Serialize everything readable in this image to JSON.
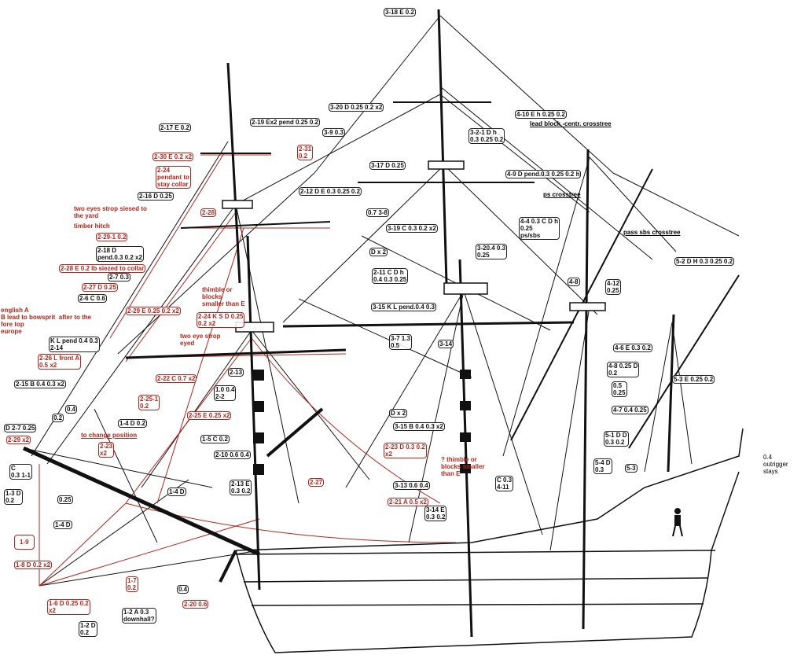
{
  "diagram": {
    "title_hidden": "",
    "colors": {
      "ink": "#111111",
      "annotation": "#b3261e"
    },
    "labels_black": [
      "3-18 E 0.2",
      "3-20 D 0.25 0.2 x2",
      "3-9 0.3",
      "4-10 E h 0.25 0.2",
      "lead block -centr. crosstree",
      "3-2-1 D h\n0.3 0.25 0.2",
      "3-17 D 0.25",
      "4-9 D pend.0.3 0.25 0.2 h",
      "ps crosstree",
      "2-17 E 0.2",
      "2-19 Ex2 pend 0.25 0.2",
      "2-16 D 0.25",
      "2-12 D E 0.3 0.25 0.2",
      "0.7 3-8",
      "3-19 C 0.3 0.2 x2",
      "4-4 0.3 C D h\n0.25\nps/sbs",
      "pass sbs crosstree",
      "3-20.4 0.3\n0.25",
      "D x 2",
      "2-18 D\npend.0.3 0.2 x2",
      "2-11 C D h\n0.4 0.3 0.25",
      "5-2 D H 0.3 0.25 0.2",
      "2-7 0.3",
      "2-6 C 0.6",
      "3-15 K L pend.0.4 0.3",
      "4-8",
      "4-12\n0.25",
      "K L pend 0.4 0.3\n2-14",
      "3-7 1.3\n0.5",
      "3-14",
      "4-6 E 0.3 0.2",
      "2-15 B 0.4 0.3 x2",
      "2-13",
      "1.0 0.4\n2-2",
      "4-8 0.25 D\n0.2",
      "0.5\n0.25",
      "5-3 E 0.25 0.2",
      "D x 2",
      "3-15 B 0.4 0.3 x2",
      "4-7 0.4 0.25",
      "D 2-7 0.25",
      "1-4 D 0.2",
      "1-5 C 0.2",
      "2-10 0.6 0.4",
      "5-1 D D\n0.3 0.2",
      "0.4\noutrigger\nstays",
      "5-4 D\n0.3",
      "5-3",
      "C\n0.3 1-1",
      "1-3 D\n0.2",
      "3-13 0.6 0.4",
      "C 0.3\n4-11",
      "2-13 E\n0.3 0.2",
      "1-4 D",
      "1-4 D",
      "3-14 E\n0.3 0.2",
      "1-2 D\n0.2",
      "1-2 A 0.3\ndownhall?",
      "0.4",
      "0.25",
      "0.4",
      "0.2"
    ],
    "labels_red": [
      "2-30 E 0.2 x2",
      "2-31\n0.2",
      "2-24\npendant to\nstay collar",
      "two eyes strop siesed to\nthe yard",
      "2-28",
      "timber hitch",
      "2-29-1 0.2",
      "2-28 E 0.2 lb siezed to collar",
      "2-27 D 0.25",
      "thimble or\nblocks\nsmaller than E",
      "english A\nB lead to bowsprit  after to the\nfore top\neurope",
      "2-29 E 0.25 0.2 x2",
      "2-24 K S D 0.25\n0.2 x2",
      "two eye strop\neyed",
      "2-26 L front A\n0.5 x2",
      "2-22 C 0.7 x2",
      "2-25-1\n0.2",
      "2-25 E 0.25 x2",
      "2-29 x2",
      "to change position",
      "2-23\nx2",
      "2-23 D 0.3 0.2\nx2",
      "? thimble or\nblocks smaller\nthan E",
      "2-27",
      "2-21 A 0.5 x2",
      "1-9",
      "1-8 D 0.2 x2",
      "1-7\n0.2",
      "1-6 D 0.25 0.2\nx2",
      "2-20 0.6"
    ]
  }
}
